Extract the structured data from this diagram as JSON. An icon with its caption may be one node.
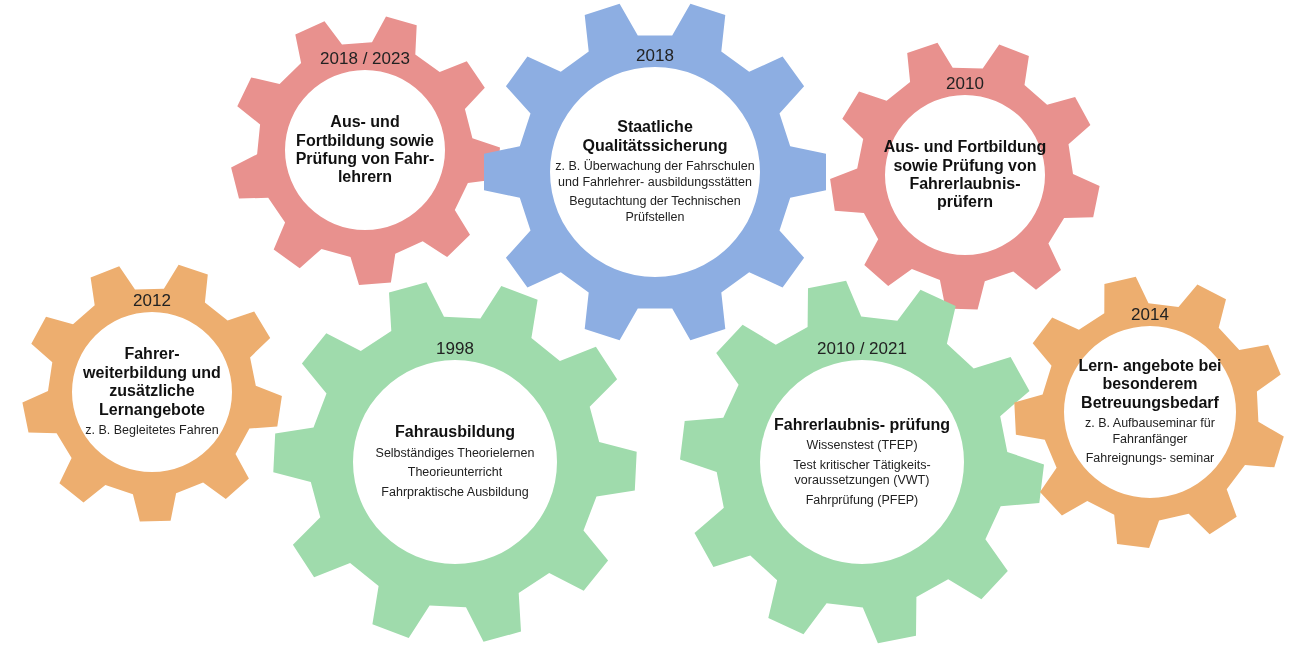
{
  "diagram": {
    "nodes": [
      {
        "text": [
          "2018 / 2023",
          "Aus- und Fortbildung sowie Prüfung von Fahr- lehrern"
        ]
      },
      {
        "text": [
          "2018",
          "Staatliche Qualitätssicherung",
          "z. B. Überwachung der Fahrschulen und Fahrlehrer- ausbildungsstätten",
          "Begutachtung der Technischen Prüfstellen"
        ]
      },
      {
        "text": [
          "2010",
          "Aus- und Fortbildung sowie Prüfung von Fahrerlaubnis- prüfern"
        ]
      },
      {
        "text": [
          "2012",
          "Fahrer- weiterbildung und zusätzliche Lernangebote",
          "z. B. Begleitetes Fahren"
        ]
      },
      {
        "text": [
          "1998",
          "Fahrausbildung",
          "Selbständiges Theorielernen",
          "Theorieunterricht",
          "Fahrpraktische Ausbildung"
        ]
      },
      {
        "text": [
          "2010 / 2021",
          "Fahrerlaubnis- prüfung",
          "Wissenstest (TFEP)",
          "Test kritischer Tätigkeits- voraussetzungen (VWT)",
          "Fahrprüfung (PFEP)"
        ]
      },
      {
        "text": [
          "2014",
          "Lern- angebote bei besonderem Betreuungsbedarf",
          "z. B. Aufbauseminar für Fahranfänger",
          "Fahreignungs- seminar"
        ]
      }
    ]
  }
}
